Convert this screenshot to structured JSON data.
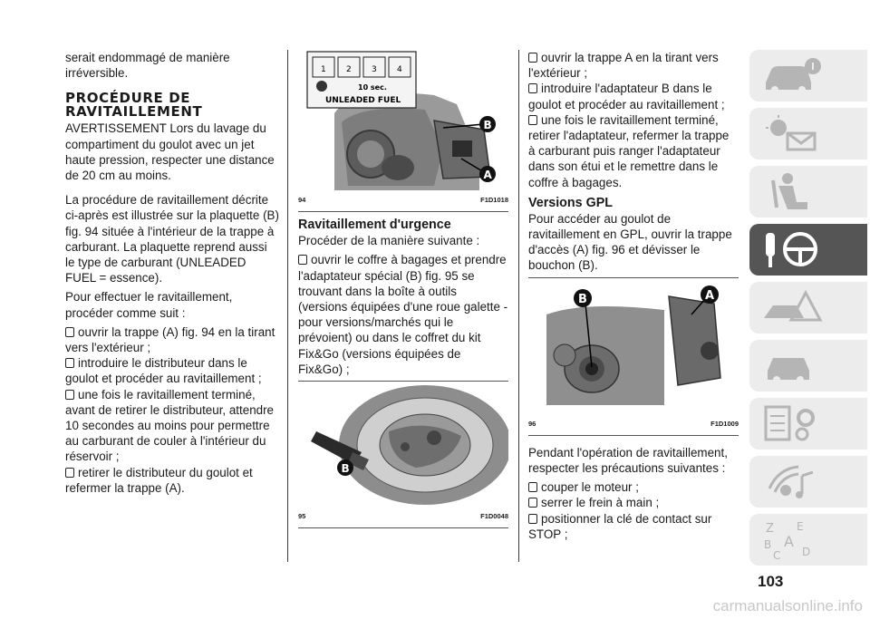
{
  "col1": {
    "para_intro": "serait endommagé de manière irréversible.",
    "heading": "PROCÉDURE DE RAVITAILLEMENT",
    "para_warning": "AVERTISSEMENT Lors du lavage du compartiment du goulot avec un jet haute pression, respecter une distance de 20 cm au moins.",
    "para_procedure": "La procédure de ravitaillement décrite ci-après est illustrée sur la plaquette (B) fig. 94 située à l'intérieur de la trappe à carburant. La plaquette reprend aussi le type de carburant (UNLEADED FUEL = essence).",
    "para_follow": "Pour effectuer le ravitaillement, procéder comme suit :",
    "bullets": [
      "ouvrir la trappe (A) fig. 94 en la tirant vers l'extérieur ;",
      "introduire le distributeur dans le goulot et procéder au ravitaillement ;",
      "une fois le ravitaillement terminé, avant de retirer le distributeur, attendre 10 secondes au moins pour permettre au carburant de couler à l'intérieur du réservoir ;",
      "retirer le distributeur du goulot et refermer la trappe (A)."
    ]
  },
  "col2": {
    "fig94": {
      "number": "94",
      "code": "F1D1018",
      "label_unleaded": "UNLEADED FUEL",
      "label_time": "10 sec.",
      "steps": [
        "1",
        "2",
        "3",
        "4"
      ],
      "callout_a": "A",
      "callout_b": "B"
    },
    "heading": "Ravitaillement d'urgence",
    "para": "Procéder de la manière suivante :",
    "bullets": [
      "ouvrir le coffre à bagages et prendre l'adaptateur spécial (B) fig. 95 se trouvant dans la boîte à outils (versions équipées d'une roue galette - pour versions/marchés qui le prévoient) ou dans le coffret du kit Fix&Go (versions équipées de Fix&Go) ;"
    ],
    "fig95": {
      "number": "95",
      "code": "F1D0048",
      "callout_b": "B"
    }
  },
  "col3": {
    "bullets_top": [
      "ouvrir la trappe A en la tirant vers l'extérieur ;",
      "introduire l'adaptateur B dans le goulot et procéder au ravitaillement ;",
      "une fois le ravitaillement terminé, retirer l'adaptateur, refermer la trappe à carburant puis ranger l'adaptateur dans son étui et le remettre dans le coffre à bagages."
    ],
    "heading": "Versions GPL",
    "para_gpl": "Pour accéder au goulot de ravitaillement en GPL, ouvrir la trappe d'accès (A) fig. 96 et dévisser le bouchon (B).",
    "fig96": {
      "number": "96",
      "code": "F1D1009",
      "callout_a": "A",
      "callout_b": "B"
    },
    "para_precautions": "Pendant l'opération de ravitaillement, respecter les précautions suivantes :",
    "bullets_bottom": [
      "couper le moteur ;",
      "serrer le frein à main ;",
      "positionner la clé de contact sur STOP ;"
    ]
  },
  "sidebar": {
    "tabs": [
      {
        "icon": "car-info-icon",
        "active": false
      },
      {
        "icon": "dashboard-lights-icon",
        "active": false
      },
      {
        "icon": "seat-safety-icon",
        "active": false
      },
      {
        "icon": "key-steering-wheel-icon",
        "active": true
      },
      {
        "icon": "warning-triangle-car-icon",
        "active": false
      },
      {
        "icon": "car-service-icon",
        "active": false
      },
      {
        "icon": "settings-list-icon",
        "active": false
      },
      {
        "icon": "multimedia-icon",
        "active": false
      },
      {
        "icon": "alphabet-index-icon",
        "active": false
      }
    ],
    "alphabet": {
      "z": "Z",
      "e": "E",
      "b": "B",
      "a": "A",
      "c": "C",
      "d": "D"
    },
    "colors": {
      "tab": "#ececec",
      "active_tab": "#555555",
      "icon": "#b5b5b5",
      "active_icon": "#ffffff"
    }
  },
  "page_number": "103",
  "watermark": "carmanualsonline.info"
}
